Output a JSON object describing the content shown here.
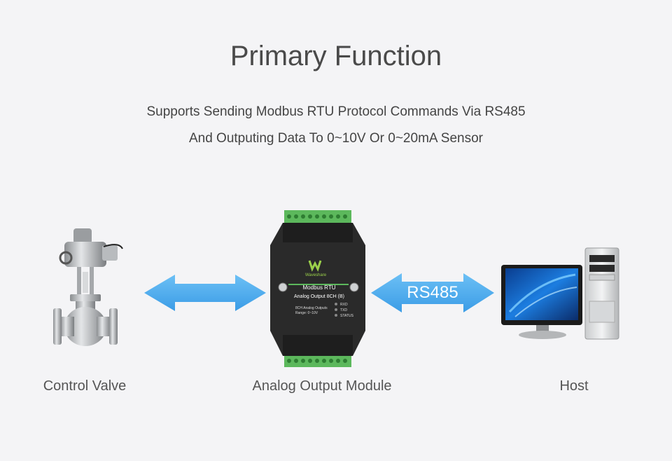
{
  "title": "Primary Function",
  "subtitle_line1": "Supports Sending Modbus RTU Protocol Commands Via RS485",
  "subtitle_line2": "And Outputing Data To 0~10V Or 0~20mA Sensor",
  "captions": {
    "valve": "Control Valve",
    "module": "Analog Output Module",
    "host": "Host"
  },
  "arrow_label": "RS485",
  "module_labels": {
    "brand": "Waveshare",
    "line1": "Modbus RTU",
    "line2": "Analog Output 8CH (B)",
    "line3": "8CH Analog Outputs",
    "line4": "Range: 0~10V",
    "led1": "RXD",
    "led2": "TXD",
    "led3": "STATUS"
  },
  "colors": {
    "arrow": "#4aa8ec",
    "module_body": "#2a2a2a",
    "terminal": "#5cb85c"
  }
}
